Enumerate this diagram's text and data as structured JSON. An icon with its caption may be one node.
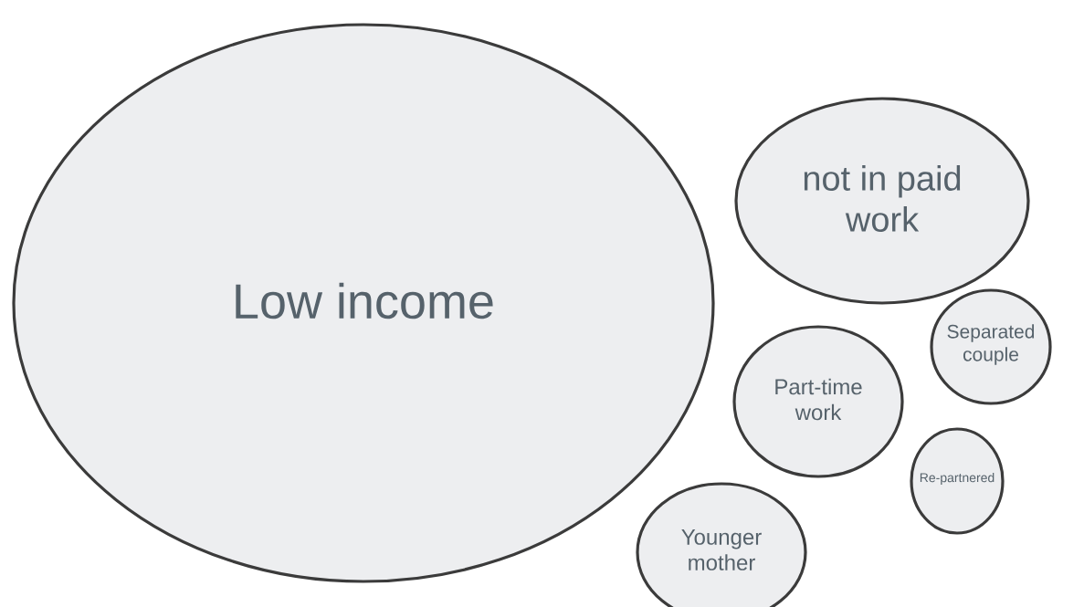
{
  "diagram": {
    "nodes": [
      {
        "text": [
          "Low income"
        ]
      },
      {
        "text": [
          "not in paid work"
        ]
      },
      {
        "text": [
          "Separated couple"
        ]
      },
      {
        "text": [
          "Part-time work"
        ]
      },
      {
        "text": [
          "Re-partnered"
        ]
      },
      {
        "text": [
          "Younger mother"
        ]
      }
    ]
  }
}
